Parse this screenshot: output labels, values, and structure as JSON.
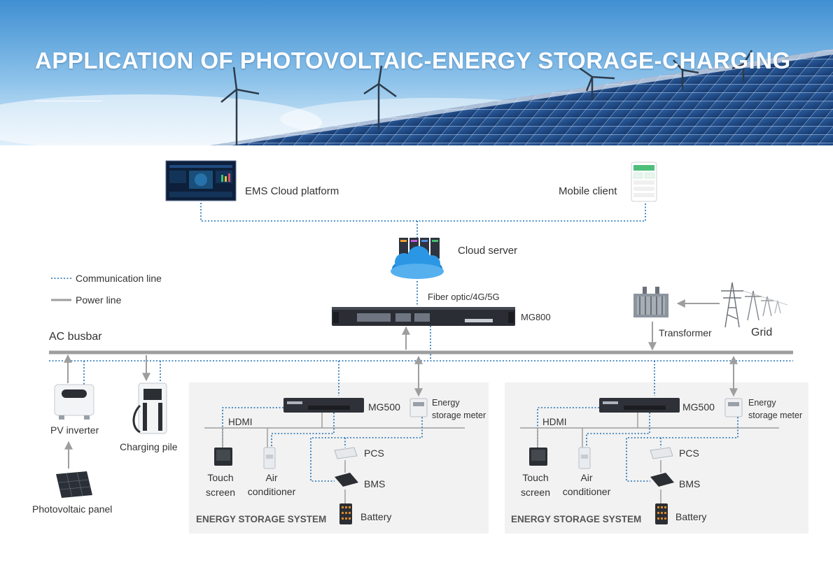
{
  "header": {
    "title": "APPLICATION OF PHOTOVOLTAIC-ENERGY STORAGE-CHARGING"
  },
  "cloud": {
    "ems": "EMS Cloud platform",
    "mobile": "Mobile client",
    "server": "Cloud server",
    "link": "Fiber optic/4G/5G",
    "gateway": "MG800"
  },
  "legend": {
    "comm": "Communication line",
    "power": "Power line"
  },
  "grid_side": {
    "busbar": "AC busbar",
    "transformer": "Transformer",
    "grid": "Grid"
  },
  "pv": {
    "inverter": "PV inverter",
    "panel": "Photovoltaic panel",
    "charger": "Charging pile"
  },
  "ess": [
    {
      "title": "ENERGY STORAGE SYSTEM",
      "controller": "MG500",
      "meter_line1": "Energy",
      "meter_line2": "storage meter",
      "hdmi": "HDMI",
      "touch_line1": "Touch",
      "touch_line2": "screen",
      "ac_line1": "Air",
      "ac_line2": "conditioner",
      "pcs": "PCS",
      "bms": "BMS",
      "battery": "Battery"
    },
    {
      "title": "ENERGY STORAGE SYSTEM",
      "controller": "MG500",
      "meter_line1": "Energy",
      "meter_line2": "storage meter",
      "hdmi": "HDMI",
      "touch_line1": "Touch",
      "touch_line2": "screen",
      "ac_line1": "Air",
      "ac_line2": "conditioner",
      "pcs": "PCS",
      "bms": "BMS",
      "battery": "Battery"
    }
  ],
  "colors": {
    "comm": "#1f6fb2",
    "power": "#9e9e9e",
    "panel_bg": "#f2f2f2",
    "sky": "#4a9bd8"
  }
}
